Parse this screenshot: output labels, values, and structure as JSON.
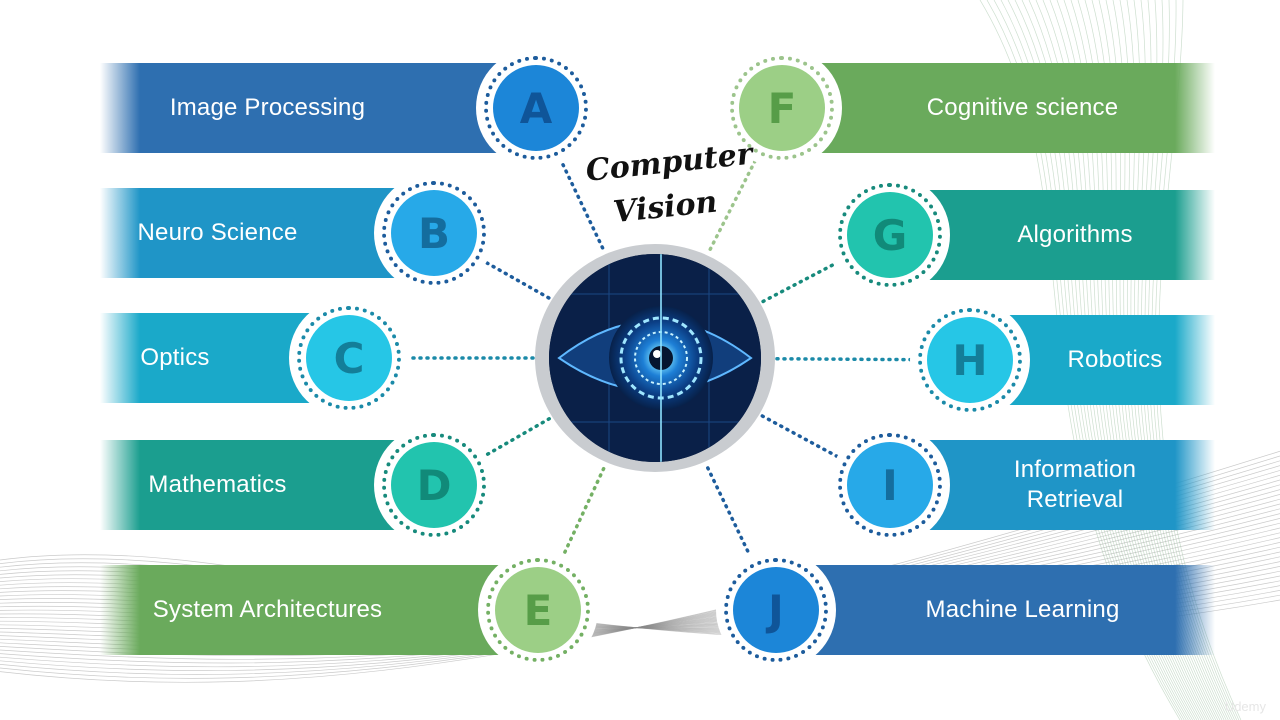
{
  "center": {
    "title_line1": "Computer",
    "title_line2": "Vision",
    "image_icon": "eye-icon"
  },
  "watermark": "Udemy",
  "items": [
    {
      "letter": "A",
      "label": "Image Processing",
      "side": "left",
      "band_color": "#2e6fb0",
      "disc_color": "#1c86d8",
      "ring_color": "#1d5c9c",
      "letter_color": "#0f5599"
    },
    {
      "letter": "B",
      "label": "Neuro Science",
      "side": "left",
      "band_color": "#1f95c7",
      "disc_color": "#27a9e8",
      "ring_color": "#1d5c9c",
      "letter_color": "#146d9e"
    },
    {
      "letter": "C",
      "label": "Optics",
      "side": "left",
      "band_color": "#1aa9c9",
      "disc_color": "#26c6e6",
      "ring_color": "#1b8aa8",
      "letter_color": "#137e99"
    },
    {
      "letter": "D",
      "label": "Mathematics",
      "side": "left",
      "band_color": "#1b9e8f",
      "disc_color": "#22c4ae",
      "ring_color": "#178a7c",
      "letter_color": "#118a79"
    },
    {
      "letter": "E",
      "label": "System Architectures",
      "side": "left",
      "band_color": "#6aaa5c",
      "disc_color": "#9ccf86",
      "ring_color": "#74b064",
      "letter_color": "#579d48"
    },
    {
      "letter": "F",
      "label": "Cognitive science",
      "side": "right",
      "band_color": "#6aaa5c",
      "disc_color": "#9ccf86",
      "ring_color": "#9cc48c",
      "letter_color": "#579d48"
    },
    {
      "letter": "G",
      "label": "Algorithms",
      "side": "right",
      "band_color": "#1b9e8f",
      "disc_color": "#22c4ae",
      "ring_color": "#178a7c",
      "letter_color": "#118a79"
    },
    {
      "letter": "H",
      "label": "Robotics",
      "side": "right",
      "band_color": "#1aa9c9",
      "disc_color": "#26c6e6",
      "ring_color": "#1b8aa8",
      "letter_color": "#137e99"
    },
    {
      "letter": "I",
      "label": "Information\nRetrieval",
      "side": "right",
      "band_color": "#1f95c7",
      "disc_color": "#27a9e8",
      "ring_color": "#1d5c9c",
      "letter_color": "#146d9e"
    },
    {
      "letter": "J",
      "label": "Machine Learning",
      "side": "right",
      "band_color": "#2e6fb0",
      "disc_color": "#1c86d8",
      "ring_color": "#1d5c9c",
      "letter_color": "#0f5599"
    }
  ]
}
